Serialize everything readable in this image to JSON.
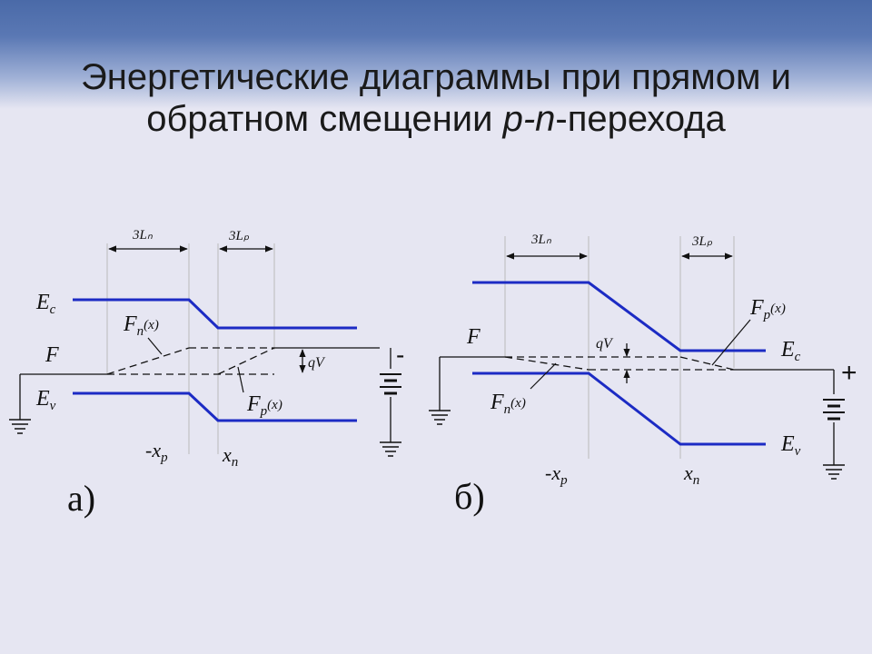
{
  "slide": {
    "title_line1": "Энергетические диаграммы при прямом и",
    "title_line2_pre": "обратном смещении ",
    "title_line2_em": "p-n",
    "title_line2_post": "-перехода"
  },
  "diagram_a": {
    "panel_label": "а)",
    "len_left": "3Lₙ",
    "len_right": "3Lₚ",
    "ec_label": "E",
    "ec_sub": "c",
    "f_label": "F",
    "ev_label": "E",
    "ev_sub": "v",
    "fn_label": "F",
    "fn_sub": "n",
    "fn_arg": "(x)",
    "fp_label": "F",
    "fp_sub": "p",
    "fp_arg": "(x)",
    "qv_label": "qV",
    "xp_label": "-x",
    "xp_sub": "p",
    "xn_label": "x",
    "xn_sub": "n",
    "battery_sign": "-"
  },
  "diagram_b": {
    "panel_label": "б)",
    "len_left": "3Lₙ",
    "len_right": "3Lₚ",
    "ec_label": "E",
    "ec_sub": "c",
    "f_label": "F",
    "ev_label": "E",
    "ev_sub": "v",
    "fn_label": "F",
    "fn_sub": "n",
    "fn_arg": "(x)",
    "fp_label": "F",
    "fp_sub": "p",
    "fp_arg": "(x)",
    "qv_label": "qV",
    "xp_label": "-x",
    "xp_sub": "p",
    "xn_label": "x",
    "xn_sub": "n",
    "battery_sign": "+"
  },
  "colors": {
    "band_line": "#1c2bc4",
    "ink": "#111111",
    "header": "#4a6aa8",
    "background": "#e6e6f2"
  }
}
